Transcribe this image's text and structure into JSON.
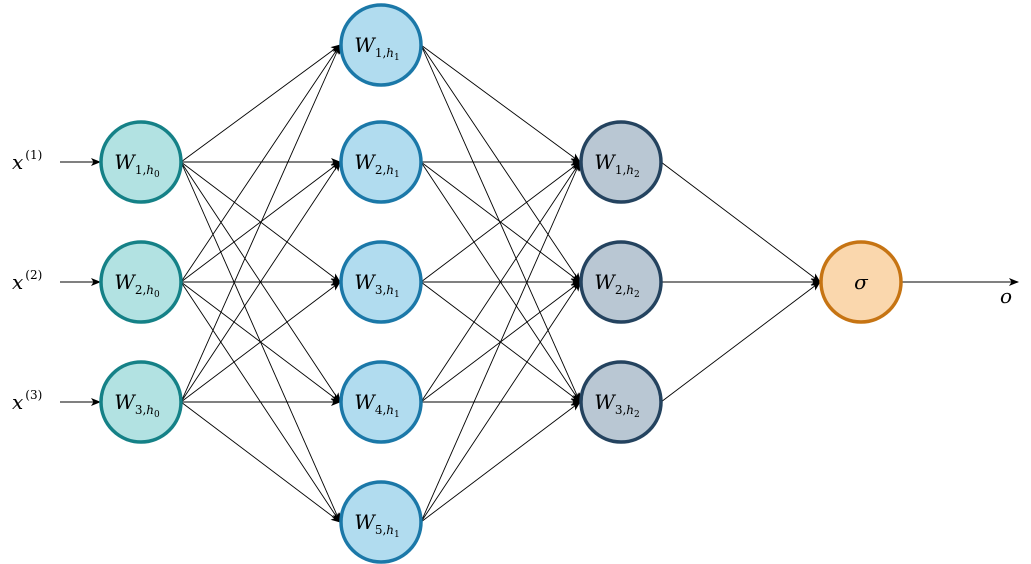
{
  "colors": {
    "input_fill": "#b2e2e2",
    "input_stroke": "#158187",
    "hidden1_fill": "#b1dcef",
    "hidden1_stroke": "#1b78a8",
    "hidden2_fill": "#b9c7d3",
    "hidden2_stroke": "#24435f",
    "output_fill": "#fad7ad",
    "output_stroke": "#c67413",
    "edge": "#000000"
  },
  "inputs": [
    {
      "base": "x",
      "sup": "(1)"
    },
    {
      "base": "x",
      "sup": "(2)"
    },
    {
      "base": "x",
      "sup": "(3)"
    }
  ],
  "layers": [
    {
      "id": "h0",
      "style": "input",
      "nodes": [
        {
          "base": "W",
          "sub": "1,",
          "subvar": "h",
          "subsub": "0"
        },
        {
          "base": "W",
          "sub": "2,",
          "subvar": "h",
          "subsub": "0"
        },
        {
          "base": "W",
          "sub": "3,",
          "subvar": "h",
          "subsub": "0"
        }
      ]
    },
    {
      "id": "h1",
      "style": "hidden1",
      "nodes": [
        {
          "base": "W",
          "sub": "1,",
          "subvar": "h",
          "subsub": "1"
        },
        {
          "base": "W",
          "sub": "2,",
          "subvar": "h",
          "subsub": "1"
        },
        {
          "base": "W",
          "sub": "3,",
          "subvar": "h",
          "subsub": "1"
        },
        {
          "base": "W",
          "sub": "4,",
          "subvar": "h",
          "subsub": "1"
        },
        {
          "base": "W",
          "sub": "5,",
          "subvar": "h",
          "subsub": "1"
        }
      ]
    },
    {
      "id": "h2",
      "style": "hidden2",
      "nodes": [
        {
          "base": "W",
          "sub": "1,",
          "subvar": "h",
          "subsub": "2"
        },
        {
          "base": "W",
          "sub": "2,",
          "subvar": "h",
          "subsub": "2"
        },
        {
          "base": "W",
          "sub": "3,",
          "subvar": "h",
          "subsub": "2"
        }
      ]
    },
    {
      "id": "out",
      "style": "output",
      "nodes": [
        {
          "base": "σ"
        }
      ]
    }
  ],
  "output_label": "o"
}
